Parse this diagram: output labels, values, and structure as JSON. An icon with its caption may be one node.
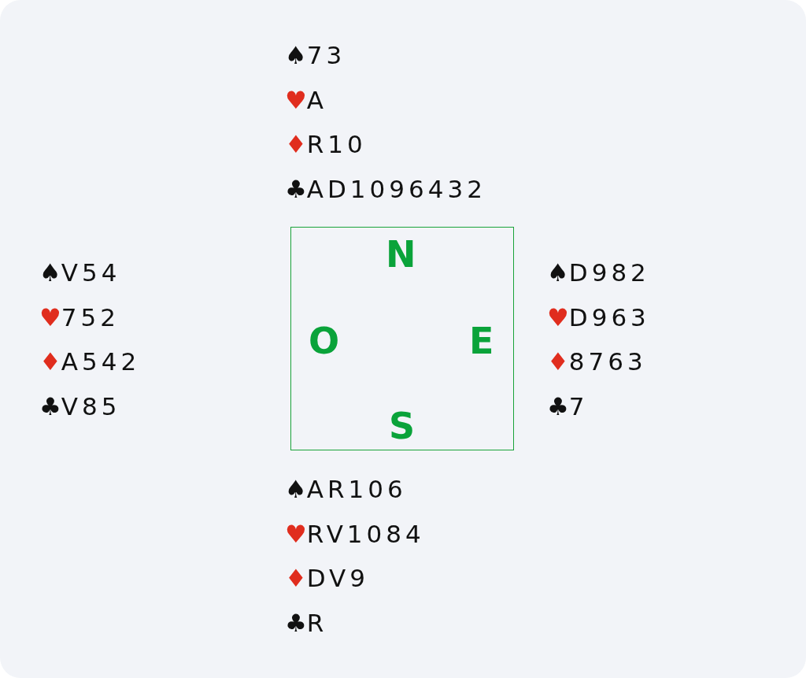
{
  "diagram": {
    "nodes": [
      {
        "text": [
          "N",
          "O",
          "E",
          "S"
        ]
      }
    ],
    "labels": [
      "♠73",
      "♥A",
      "♦R10",
      "♣AD1096432",
      "♠V54",
      "♥752",
      "♦A542",
      "♣V85",
      "♠D982",
      "♥D963",
      "♦8763",
      "♣7",
      "♠AR106",
      "♥RV1084",
      "♦DV9",
      "♣R"
    ]
  }
}
